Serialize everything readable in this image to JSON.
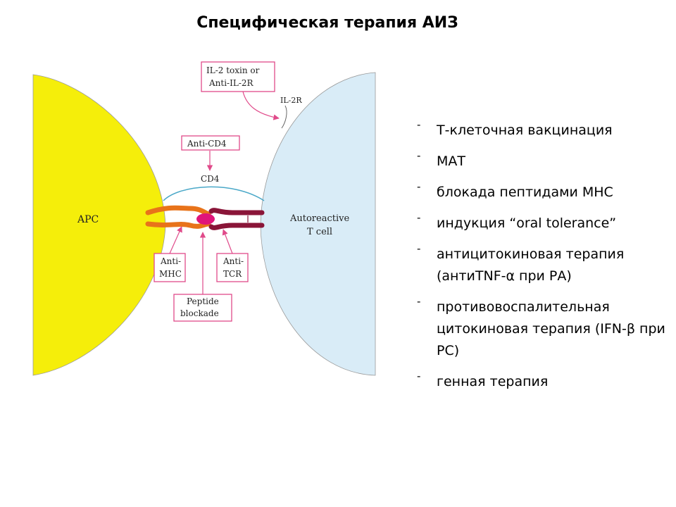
{
  "title": "Специфическая терапия АИЗ",
  "diagram": {
    "apc_label": "APC",
    "tcell_label_1": "Autoreactive",
    "tcell_label_2": "T cell",
    "il2_box_line1": "IL-2 toxin or",
    "il2_box_line2": "Anti-IL-2R",
    "il2r_label": "IL-2R",
    "anticd4_box": "Anti-CD4",
    "cd4_label": "CD4",
    "antimhc_line1": "Anti-",
    "antimhc_line2": "MHC",
    "antitcr_line1": "Anti-",
    "antitcr_line2": "TCR",
    "peptide_line1": "Peptide",
    "peptide_line2": "blockade",
    "colors": {
      "apc_fill": "#f5ee0a",
      "tcell_fill": "#d9ecf7",
      "mhc": "#e8731a",
      "tcr": "#8a1538",
      "peptide": "#e0157a",
      "box_border": "#e04a8a",
      "cd4_line": "#4aa8c8"
    }
  },
  "bullets": [
    {
      "dash": "-",
      "text": "Т-клеточная вакцинация"
    },
    {
      "dash": "-",
      "text": " МАТ"
    },
    {
      "dash": "-",
      "text": " блокада  пептидами МНС"
    },
    {
      "dash": "-",
      "text": " индукция “oral tolerance”"
    },
    {
      "dash": "-",
      "text": " антицитокиновая терапия (антиTNF-α при РА)"
    },
    {
      "dash": "-",
      "text": " противовоспалительная цитокиновая терапия (IFN-β при РС)"
    },
    {
      "dash": "-",
      "text": " генная терапия"
    }
  ]
}
